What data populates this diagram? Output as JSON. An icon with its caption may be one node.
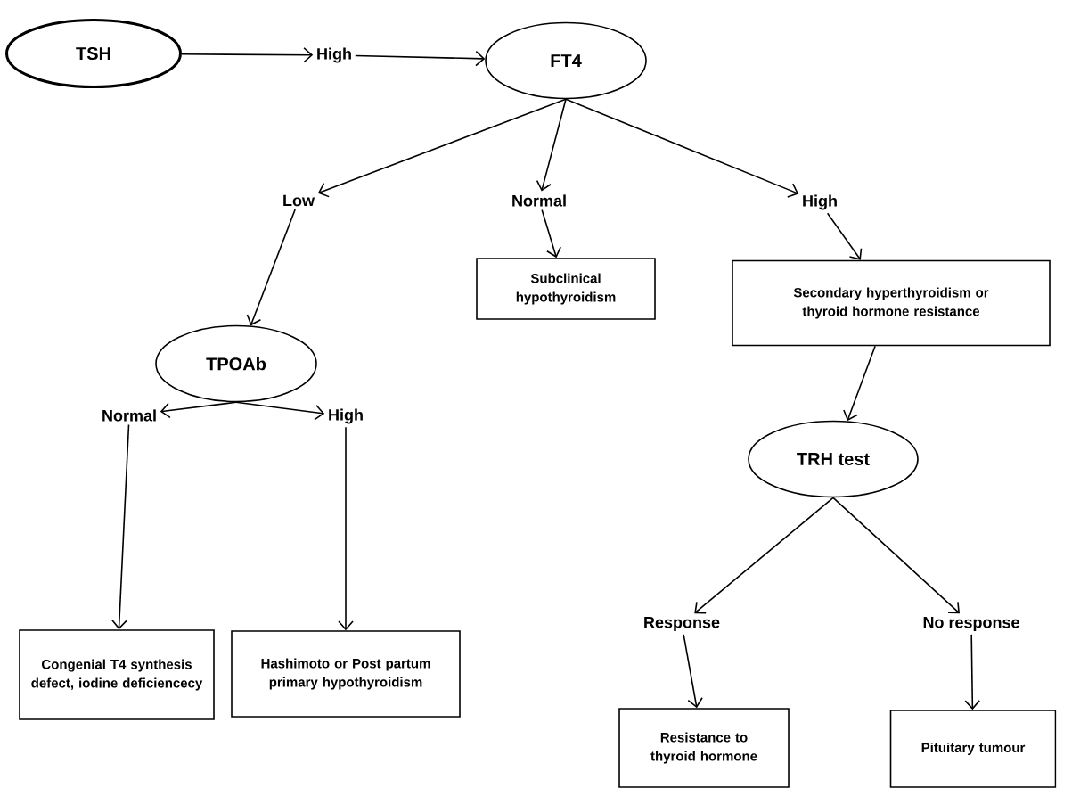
{
  "diagram": {
    "nodes": [
      {
        "text": [
          "TSH"
        ]
      },
      {
        "text": [
          "High"
        ]
      },
      {
        "text": [
          "FT4"
        ]
      },
      {
        "text": [
          "Low"
        ]
      },
      {
        "text": [
          "Normal"
        ]
      },
      {
        "text": [
          "High"
        ]
      },
      {
        "text": [
          "TPOAb"
        ]
      },
      {
        "text": [
          "Subclinical hypothyroidism"
        ]
      },
      {
        "text": [
          "Secondary hyperthyroidism or thyroid hormone resistance"
        ]
      },
      {
        "text": [
          "Normal"
        ]
      },
      {
        "text": [
          "High"
        ]
      },
      {
        "text": [
          "TRH test"
        ]
      },
      {
        "text": [
          "Congenial T4 synthesis defect, iodine deficiencecy"
        ]
      },
      {
        "text": [
          "Hashimoto or Post partum primary hypothyroidism"
        ]
      },
      {
        "text": [
          "Response"
        ]
      },
      {
        "text": [
          "No response"
        ]
      },
      {
        "text": [
          "Resistance to thyroid hormone"
        ]
      },
      {
        "text": [
          "Pituitary tumour"
        ]
      }
    ],
    "edges": [
      {
        "from": 0,
        "to": 1,
        "arrow": "to"
      },
      {
        "from": 1,
        "to": 2,
        "arrow": "to"
      },
      {
        "from": 2,
        "to": 3,
        "arrow": "to"
      },
      {
        "from": 2,
        "to": 4,
        "arrow": "to"
      },
      {
        "from": 2,
        "to": 5,
        "arrow": "to"
      },
      {
        "from": 3,
        "to": 6,
        "arrow": "to"
      },
      {
        "from": 4,
        "to": 7,
        "arrow": "to"
      },
      {
        "from": 5,
        "to": 8,
        "arrow": "to"
      },
      {
        "from": 6,
        "to": 9,
        "arrow": "to"
      },
      {
        "from": 6,
        "to": 10,
        "arrow": "to"
      },
      {
        "from": 8,
        "to": 11,
        "arrow": "to"
      },
      {
        "from": 9,
        "to": 12,
        "arrow": "to"
      },
      {
        "from": 10,
        "to": 13,
        "arrow": "to"
      },
      {
        "from": 11,
        "to": 14,
        "arrow": "to"
      },
      {
        "from": 11,
        "to": 15,
        "arrow": "to"
      },
      {
        "from": 14,
        "to": 16,
        "arrow": "to"
      },
      {
        "from": 15,
        "to": 17,
        "arrow": "to"
      }
    ]
  }
}
